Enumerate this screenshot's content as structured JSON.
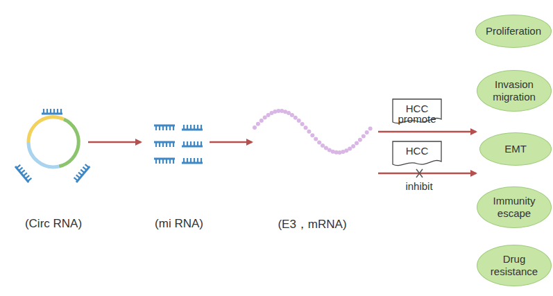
{
  "diagram": {
    "nodes": [
      {
        "text": [
          "HCC"
        ]
      },
      {
        "text": [
          "HCC"
        ]
      },
      {
        "text": [
          "Proliferation"
        ]
      },
      {
        "text": [
          "Invasion migration"
        ]
      },
      {
        "text": [
          "EMT"
        ]
      },
      {
        "text": [
          "Immunity escape"
        ]
      },
      {
        "text": [
          "Drug resistance"
        ]
      }
    ],
    "labels": [
      "(Circ RNA)",
      "(mi RNA)",
      "(E3，mRNA)",
      "promote",
      "inhibit"
    ]
  }
}
